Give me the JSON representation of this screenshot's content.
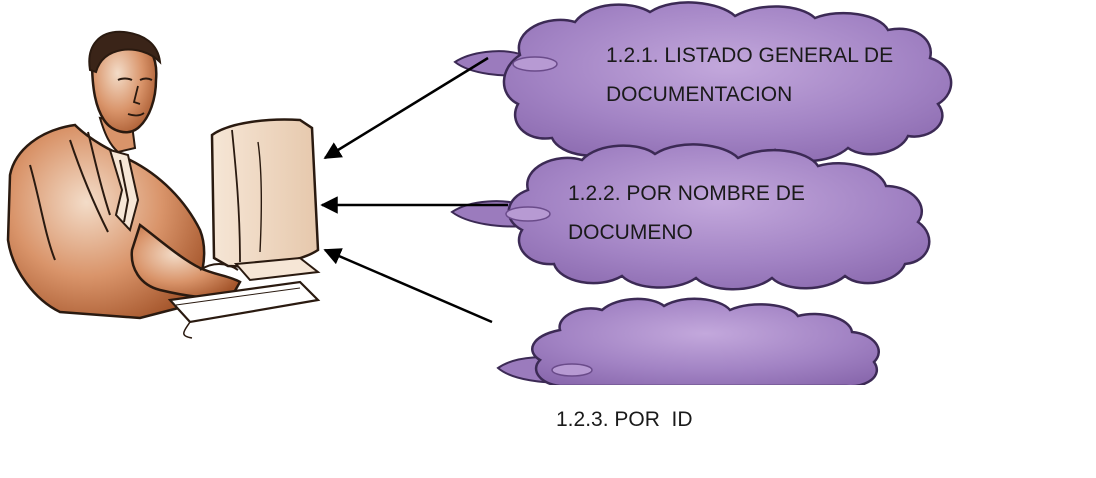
{
  "clouds": [
    {
      "line1": "1.2.1. LISTADO GENERAL DE",
      "line2": "DOCUMENTACION"
    },
    {
      "line1": "1.2.2. POR NOMBRE DE",
      "line2": "DOCUMENO"
    },
    {
      "line1": "1.2.3. POR  ID",
      "line2": ""
    }
  ],
  "colors": {
    "cloud_fill": "#9b7bbd",
    "cloud_fill_light": "#b79ad3",
    "cloud_outline": "#6a4b8a",
    "cloud_shadow": "#3c2a55",
    "arrow": "#000000",
    "figure_skin": "#c9804f",
    "figure_line": "#2a1a10"
  },
  "icons": [
    "person-at-computer-clipart",
    "arrow-left"
  ]
}
